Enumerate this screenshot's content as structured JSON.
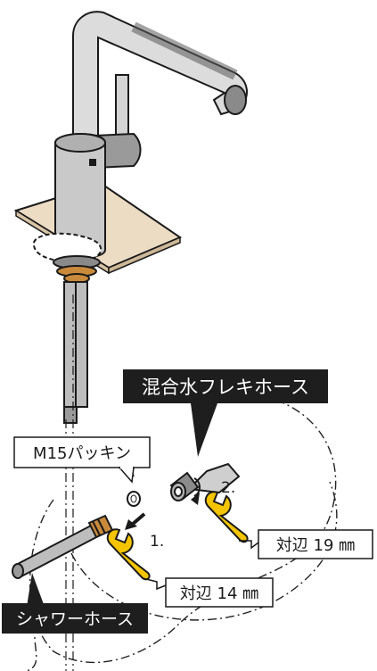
{
  "callouts": {
    "mixed_water_hose": "混合水フレキホース",
    "m15_packing": "M15パッキン",
    "shower_hose": "シャワーホース",
    "across_flats_19": "対辺 19 ㎜",
    "across_flats_14": "対辺 14 ㎜"
  },
  "steps": {
    "step1": "1.",
    "step2": "2."
  },
  "colors": {
    "outline": "#1a1a1a",
    "wrench": "#f4c400",
    "counter": "#ecdcc4",
    "brass": "#c98a3a",
    "hose_gray": "#b8b8b8",
    "dark_callout": "#1e1e1e"
  },
  "icons": [
    "faucet-icon",
    "wrench-icon",
    "wrench-icon",
    "packing-ring-icon",
    "shower-hose-icon",
    "flex-hose-icon"
  ]
}
